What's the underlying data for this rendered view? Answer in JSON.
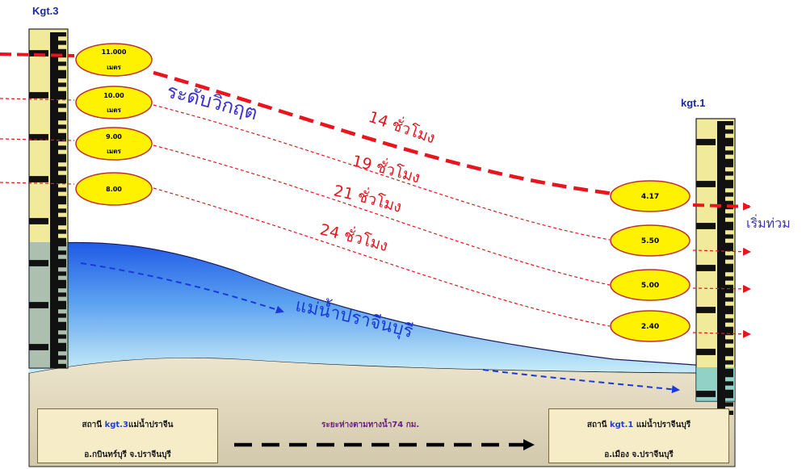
{
  "stations": {
    "upstream": {
      "code": "Kgt.3",
      "box_prefix": "สถานี ",
      "box_code": "kgt.3",
      "box_suffix": "แม่น้ำปราจีน",
      "location": "อ.กบินทร์บุรี จ.ปราจีนบุรี"
    },
    "downstream": {
      "code": "kgt.1",
      "box_prefix": "สถานี ",
      "box_code": "kgt.1",
      "box_suffix": " แม่น้ำปราจีนบุรี",
      "location": "อ.เมือง จ.ปราจีนบุรี"
    }
  },
  "upstream_levels": [
    {
      "value": "11.000",
      "unit": "เมตร"
    },
    {
      "value": "10.00",
      "unit": "เมตร"
    },
    {
      "value": "9.00",
      "unit": "เมตร"
    },
    {
      "value": "8.00",
      "unit": ""
    }
  ],
  "downstream_levels": [
    "4.17",
    "5.50",
    "5.00",
    "2.40"
  ],
  "travel_times": [
    "14 ชั่วโมง",
    "19 ชั่วโมง",
    "21 ชั่วโมง",
    "24 ชั่วโมง"
  ],
  "labels": {
    "critical_level": "ระดับวิกฤต",
    "flood_start": "เริ่มท่วม",
    "river_name": "แม่น้ำปราจีนบุรี",
    "distance": "ระยะห่างตามทางน้ำ74 กม."
  },
  "colors": {
    "critical": "#e8141e",
    "water_top": "#1e5fe6",
    "water_bottom": "#bfe8f8",
    "ground": "#ddd6c0",
    "ellipse_fill": "#fff200",
    "label_blue": "#3a2fd0"
  }
}
